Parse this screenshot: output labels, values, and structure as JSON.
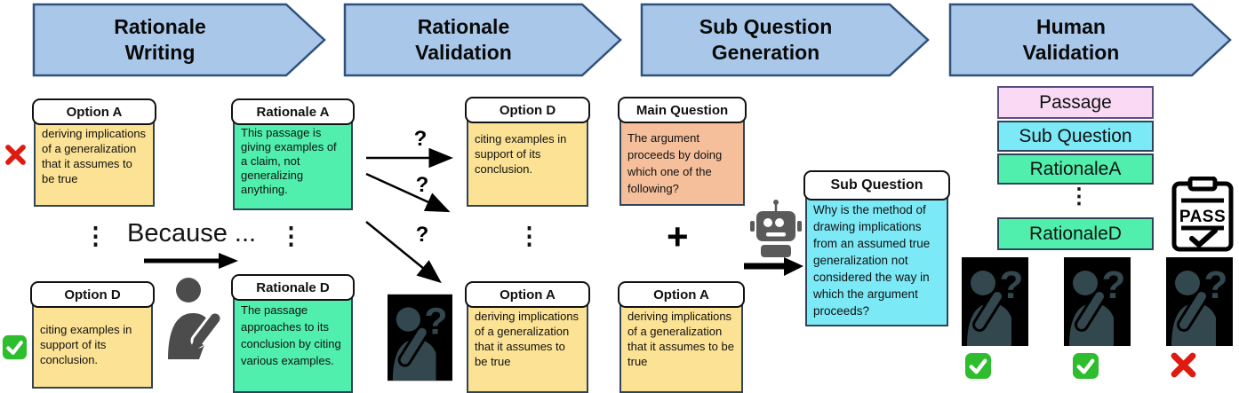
{
  "stages": [
    {
      "label": "Rationale\nWriting"
    },
    {
      "label": "Rationale\nValidation"
    },
    {
      "label": "Sub Question\nGeneration"
    },
    {
      "label": "Human\nValidation"
    }
  ],
  "writing": {
    "option_a": {
      "title": "Option A",
      "body": "deriving implications of a generalization that it assumes to be true"
    },
    "option_d": {
      "title": "Option D",
      "body": "citing examples in support of its conclusion."
    },
    "because_label": "Because ...",
    "rationale_a": {
      "title": "Rationale A",
      "body": "This passage is giving examples of a claim, not generalizing anything."
    },
    "rationale_d": {
      "title": "Rationale D",
      "body": "The passage approaches to its conclusion by citing various examples."
    }
  },
  "validation": {
    "question_mark": "?",
    "option_d": {
      "title": "Option D",
      "body": "citing examples in support of its conclusion."
    },
    "option_a": {
      "title": "Option A",
      "body": "deriving implications of a generalization that it assumes to be true"
    }
  },
  "generation": {
    "main_question": {
      "title": "Main Question",
      "body": "The argument proceeds by doing which one of the following?"
    },
    "plus": "+",
    "option_a": {
      "title": "Option A",
      "body": "deriving implications of a generalization that it assumes to be true"
    },
    "sub_question": {
      "title": "Sub Question",
      "body": "Why is the method of drawing implications from an assumed true generalization not considered the way in which the argument proceeds?"
    }
  },
  "human_validation": {
    "stack": [
      {
        "label": "Passage"
      },
      {
        "label": "Sub Question"
      },
      {
        "label": "RationaleA"
      },
      {
        "label": "RationaleD"
      }
    ],
    "pass_label": "PASS"
  },
  "ellipsis": "⋮",
  "icons": {
    "thinking_question_mark": "?"
  },
  "colors": {
    "stage_fill": "#a9c8e9",
    "stage_border": "#31517c",
    "option_fill": "#fce294",
    "rationale_fill": "#50efad",
    "main_question_fill": "#f5bf9b",
    "sub_question_fill": "#7ce9f6",
    "passage_fill": "#f9d9f3",
    "check_green": "#2ebd2e",
    "cross_red": "#de1b12"
  }
}
